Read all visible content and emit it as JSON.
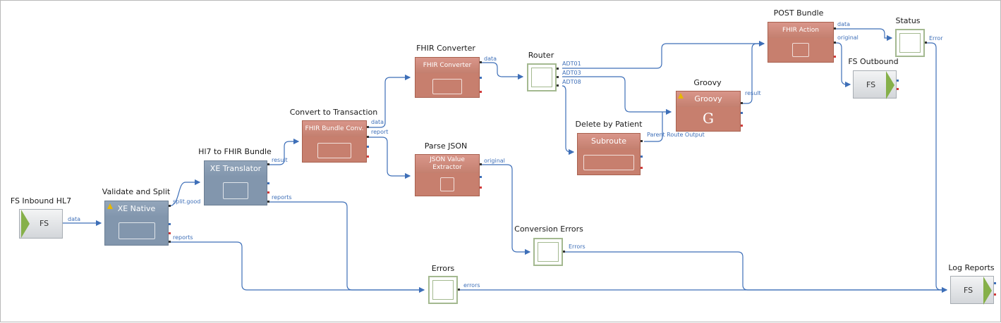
{
  "nodes": {
    "fs_inbound": {
      "title": "FS Inbound HL7",
      "label": "FS"
    },
    "validate_split": {
      "title": "Validate and Split",
      "header": "XE Native"
    },
    "hl7_fhir": {
      "title": "Hl7 to FHIR Bundle",
      "header": "XE Translator"
    },
    "convert_tx": {
      "title": "Convert to Transaction",
      "header": "FHIR Bundle Conv."
    },
    "fhir_converter": {
      "title": "FHIR Converter",
      "header": "FHIR Converter"
    },
    "parse_json": {
      "title": "Parse JSON",
      "header": "JSON Value Extractor"
    },
    "router": {
      "title": "Router"
    },
    "delete_patient": {
      "title": "Delete by Patient",
      "header": "Subroute"
    },
    "groovy": {
      "title": "Groovy",
      "header": "Groovy",
      "glyph": "G"
    },
    "post_bundle": {
      "title": "POST Bundle",
      "header": "FHIR Action"
    },
    "status": {
      "title": "Status"
    },
    "fs_outbound": {
      "title": "FS Outbound",
      "label": "FS"
    },
    "conversion_errors": {
      "title": "Conversion Errors"
    },
    "errors": {
      "title": "Errors"
    },
    "log_reports": {
      "title": "Log Reports",
      "label": "FS"
    }
  },
  "port_labels": {
    "fs_data": "data",
    "split_good": "split.good",
    "validate_reports": "reports",
    "translator_result": "result",
    "translator_reports": "reports",
    "convert_data": "data",
    "convert_report": "report",
    "converter_data": "data",
    "parse_original": "original",
    "adt01": "ADT01",
    "adt03": "ADT03",
    "adt08": "ADT08",
    "parent_route_output": "Parent Route Output",
    "groovy_result": "result",
    "post_data": "data",
    "post_original": "original",
    "status_error": "Error",
    "conv_errors_out": "Errors",
    "errors_out": "errors"
  },
  "colors": {
    "wire": "#3e6fb8",
    "fs_arrow": "#86b04a",
    "router_border": "#a4b990",
    "gray_node": "#8296ad",
    "red_node": "#c77f6e",
    "warning": "#e8b800"
  },
  "icons": {
    "warning": "warning-icon",
    "fs": "file-arrow-icon",
    "router": "router-icon"
  }
}
